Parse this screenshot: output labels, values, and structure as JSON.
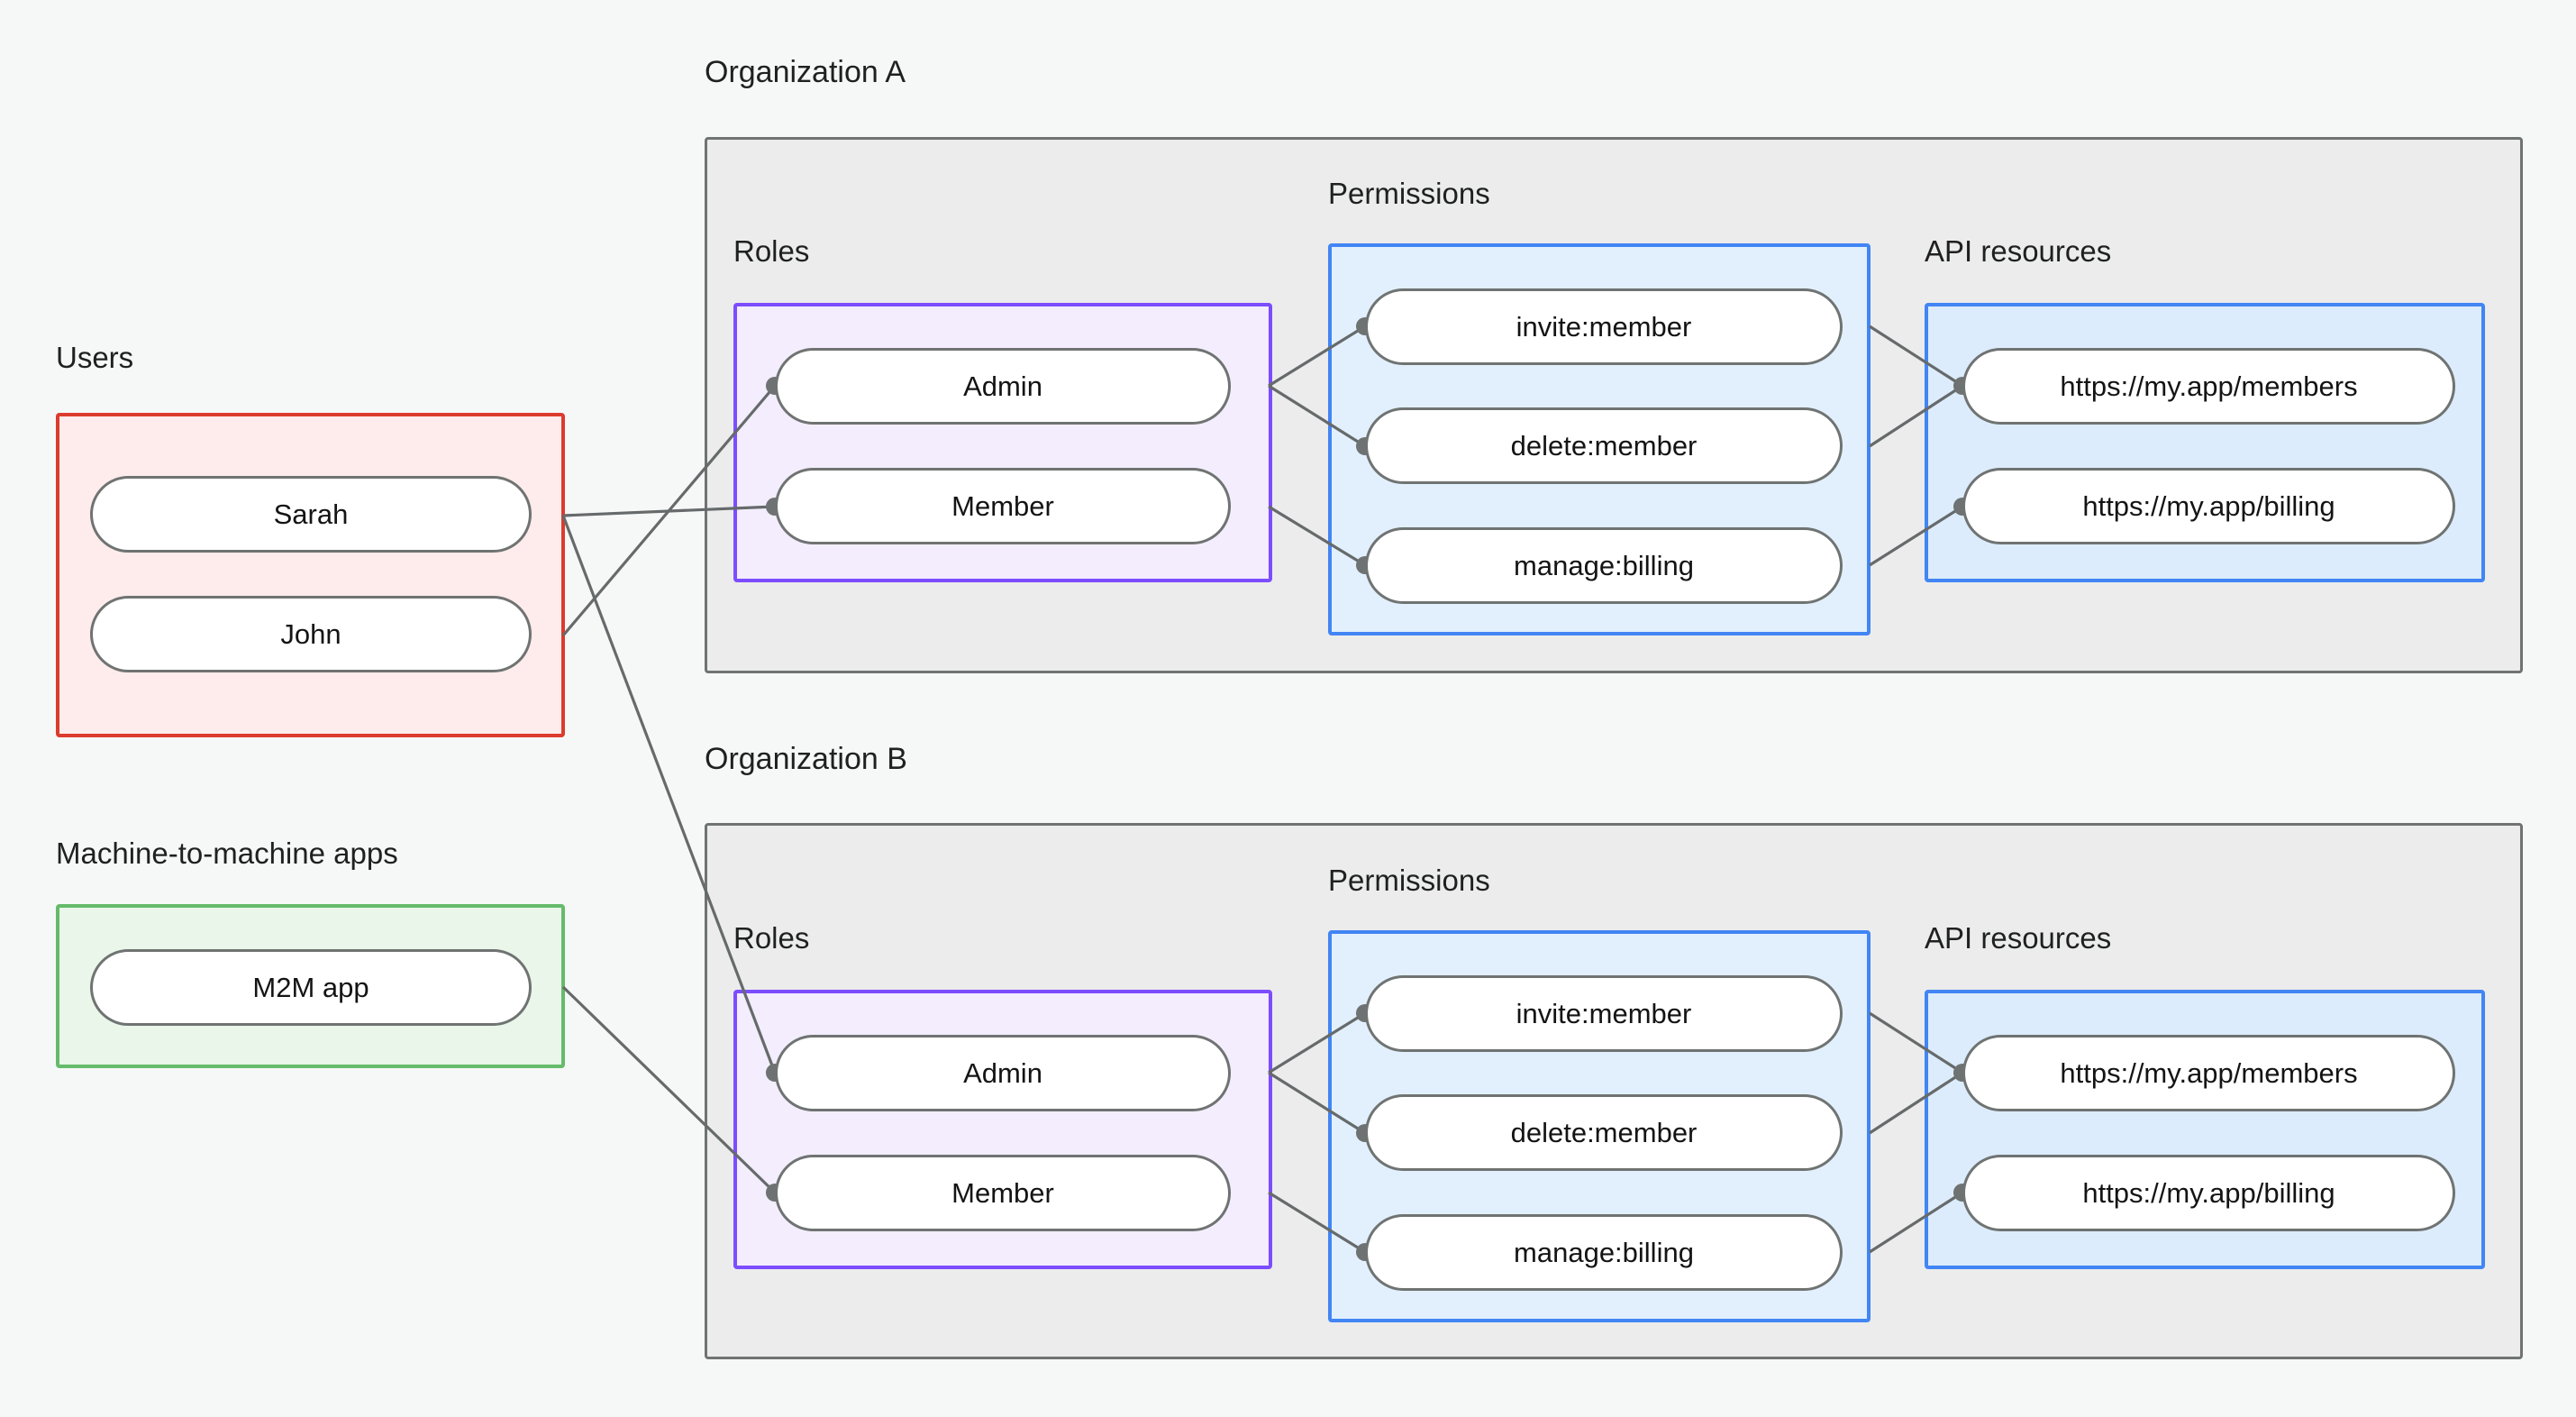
{
  "diagram": {
    "title": "Organization access control diagram",
    "background_color": "#f6f8f7",
    "edge_color": "#666a6b"
  },
  "palette": {
    "users_border": "#dc3b2e",
    "users_fill": "#fdeceb",
    "m2m_border": "#65bb6a",
    "m2m_fill": "#e9f6e9",
    "roles_border": "#7c4dff",
    "roles_fill": "#f3edfd",
    "permissions_border": "#4285f4",
    "permissions_fill": "#e2f0fd",
    "api_border": "#4285f4",
    "api_fill": "#dcecfc",
    "org_border": "#6f7372",
    "org_fill": "#ececec",
    "node_border": "#6f7372",
    "node_fill": "#ffffff"
  },
  "left_column": {
    "users": {
      "label": "Users",
      "nodes": [
        {
          "label": "Sarah"
        },
        {
          "label": "John"
        }
      ]
    },
    "machine_apps": {
      "label": "Machine-to-machine apps",
      "nodes": [
        {
          "label": "M2M app"
        }
      ]
    }
  },
  "organizations": [
    {
      "label": "Organization A",
      "roles": {
        "label": "Roles",
        "nodes": [
          {
            "label": "Admin"
          },
          {
            "label": "Member"
          }
        ]
      },
      "permissions": {
        "label": "Permissions",
        "nodes": [
          {
            "label": "invite:member"
          },
          {
            "label": "delete:member"
          },
          {
            "label": "manage:billing"
          }
        ]
      },
      "api_resources": {
        "label": "API resources",
        "nodes": [
          {
            "label": "https://my.app/members"
          },
          {
            "label": "https://my.app/billing"
          }
        ]
      }
    },
    {
      "label": "Organization B",
      "roles": {
        "label": "Roles",
        "nodes": [
          {
            "label": "Admin"
          },
          {
            "label": "Member"
          }
        ]
      },
      "permissions": {
        "label": "Permissions",
        "nodes": [
          {
            "label": "invite:member"
          },
          {
            "label": "delete:member"
          },
          {
            "label": "manage:billing"
          }
        ]
      },
      "api_resources": {
        "label": "API resources",
        "nodes": [
          {
            "label": "https://my.app/members"
          },
          {
            "label": "https://my.app/billing"
          }
        ]
      }
    }
  ],
  "connections": [
    {
      "from": "Sarah",
      "to": "Organization A / Member"
    },
    {
      "from": "Sarah",
      "to": "Organization B / Admin"
    },
    {
      "from": "John",
      "to": "Organization A / Admin"
    },
    {
      "from": "M2M app",
      "to": "Organization B / Member"
    },
    {
      "from": "Organization A / Admin",
      "to": "Organization A / invite:member"
    },
    {
      "from": "Organization A / Admin",
      "to": "Organization A / delete:member"
    },
    {
      "from": "Organization A / Member",
      "to": "Organization A / manage:billing"
    },
    {
      "from": "Organization A / invite:member",
      "to": "Organization A / https://my.app/members"
    },
    {
      "from": "Organization A / delete:member",
      "to": "Organization A / https://my.app/members"
    },
    {
      "from": "Organization A / manage:billing",
      "to": "Organization A / https://my.app/billing"
    },
    {
      "from": "Organization B / Admin",
      "to": "Organization B / invite:member"
    },
    {
      "from": "Organization B / Admin",
      "to": "Organization B / delete:member"
    },
    {
      "from": "Organization B / Member",
      "to": "Organization B / manage:billing"
    },
    {
      "from": "Organization B / invite:member",
      "to": "Organization B / https://my.app/members"
    },
    {
      "from": "Organization B / delete:member",
      "to": "Organization B / https://my.app/members"
    },
    {
      "from": "Organization B / manage:billing",
      "to": "Organization B / https://my.app/billing"
    }
  ]
}
